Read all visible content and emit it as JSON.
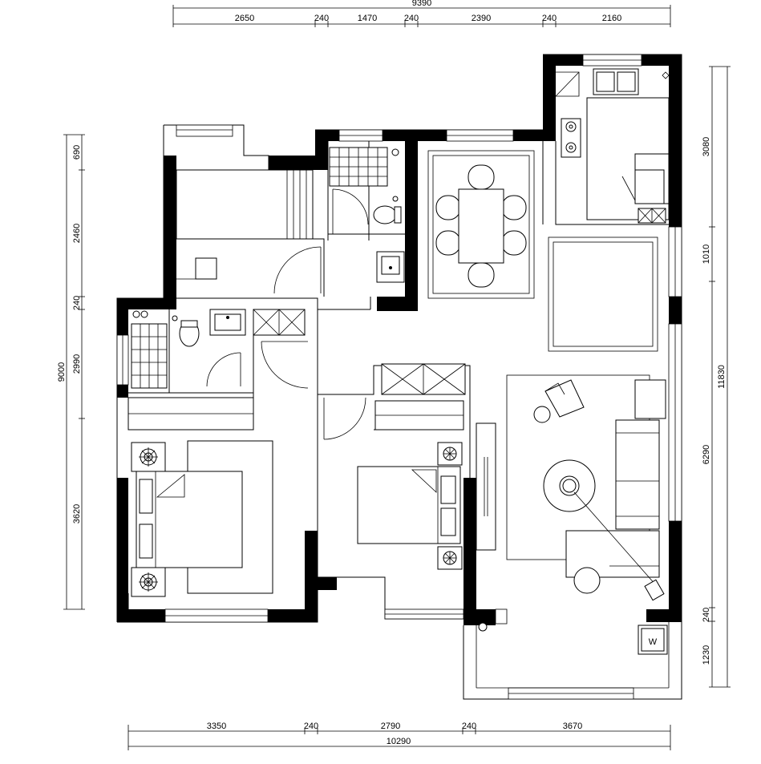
{
  "dimensions": {
    "top_total": "9390",
    "top_segments": [
      "2650",
      "240",
      "1470",
      "240",
      "2390",
      "240",
      "2160"
    ],
    "bottom_total": "10290",
    "bottom_segments": [
      "3350",
      "240",
      "2790",
      "240",
      "3670"
    ],
    "left_total": "9000",
    "left_segments": [
      "690",
      "2460",
      "240",
      "2990",
      "3620"
    ],
    "right_total": "11830",
    "right_segments": [
      "3080",
      "1010",
      "6290",
      "240",
      "1230"
    ]
  },
  "colors": {
    "wall": "#000000",
    "line": "#000000",
    "background": "#ffffff"
  }
}
